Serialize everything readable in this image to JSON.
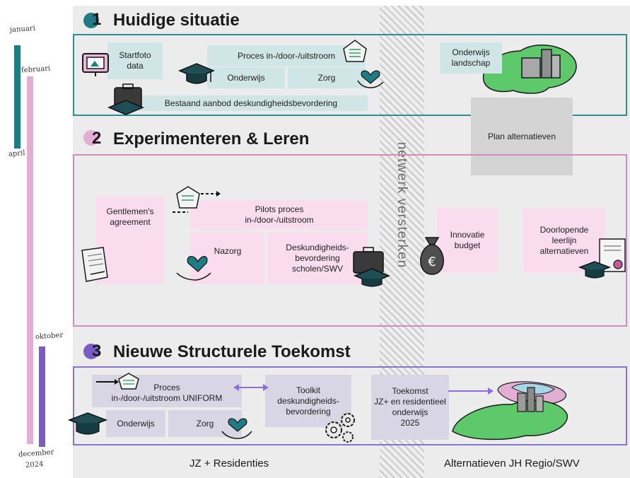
{
  "timeline": {
    "januari": "januari",
    "februari": "februari",
    "april": "april",
    "oktober": "oktober",
    "december": "december",
    "year": "2024"
  },
  "sections": [
    {
      "number": "1",
      "title": "Huidige situatie"
    },
    {
      "number": "2",
      "title": "Experimenteren & Leren"
    },
    {
      "number": "3",
      "title": "Nieuwe Structurele Toekomst"
    }
  ],
  "section1": {
    "startfoto": "Startfoto\ndata",
    "proces": "Proces in-/door-/uitstroom",
    "onderwijs": "Onderwijs",
    "zorg": "Zorg",
    "bestaand": "Bestaand aanbod deskundigheidsbevordering",
    "onderwijs_landschap": "Onderwijs\nlandschap"
  },
  "plan_alternatieven": "Plan alternatieven",
  "network": "netwerk versterken",
  "section2": {
    "gentlemen": "Gentlemen's\nagreement",
    "pilots": "Pilots proces\nin-/door-/uitstroom",
    "nazorg": "Nazorg",
    "deskundigheid": "Deskundigheids-\nbevordering\nscholen/SWV",
    "innovatie": "Innovatie\nbudget",
    "doorlopende": "Doorlopende\nleerlijn\nalternatieven"
  },
  "section3": {
    "proces_uniform": "Proces\nin-/door-/uitstroom UNIFORM",
    "onderwijs": "Onderwijs",
    "zorg": "Zorg",
    "toolkit": "Toolkit\ndeskundigheids-\nbevordering",
    "toekomst": "Toekomst\nJZ+ en residentieel\nonderwijs\n2025"
  },
  "bottom": {
    "left": "JZ + Residenties",
    "right": "Alternatieven JH Regio/SWV"
  },
  "colors": {
    "teal": "#1e7c84",
    "pink": "#e3aed4",
    "purple": "#7a5cc4",
    "green_land": "#5ec96b"
  }
}
